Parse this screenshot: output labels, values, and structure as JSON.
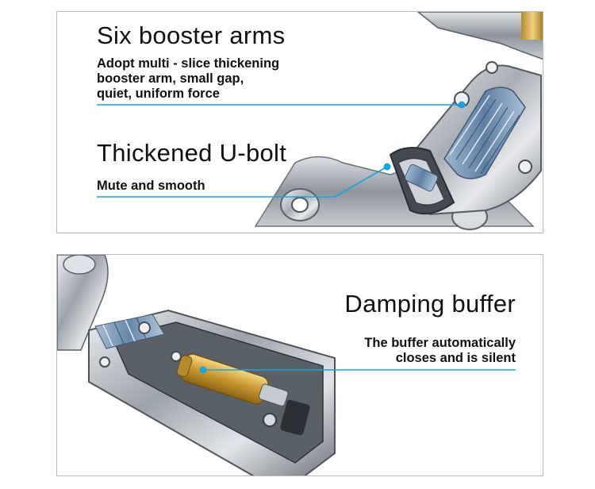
{
  "panels": {
    "top": {
      "feature1": {
        "title": "Six booster arms",
        "lines": [
          "Adopt multi - slice thickening",
          "booster arm, small gap,",
          "quiet, uniform force"
        ]
      },
      "feature2": {
        "title": "Thickened U-bolt",
        "lines": [
          "Mute and smooth"
        ]
      }
    },
    "bottom": {
      "feature3": {
        "title": "Damping buffer",
        "lines": [
          "The buffer automatically",
          "closes and is silent"
        ]
      }
    }
  },
  "colors": {
    "callout_line": "#1aa3d9",
    "panel_border": "#b9b9b9",
    "brass": "#d4a93a",
    "steel": "#b8bcc2",
    "spring": "#6f8fb3"
  }
}
